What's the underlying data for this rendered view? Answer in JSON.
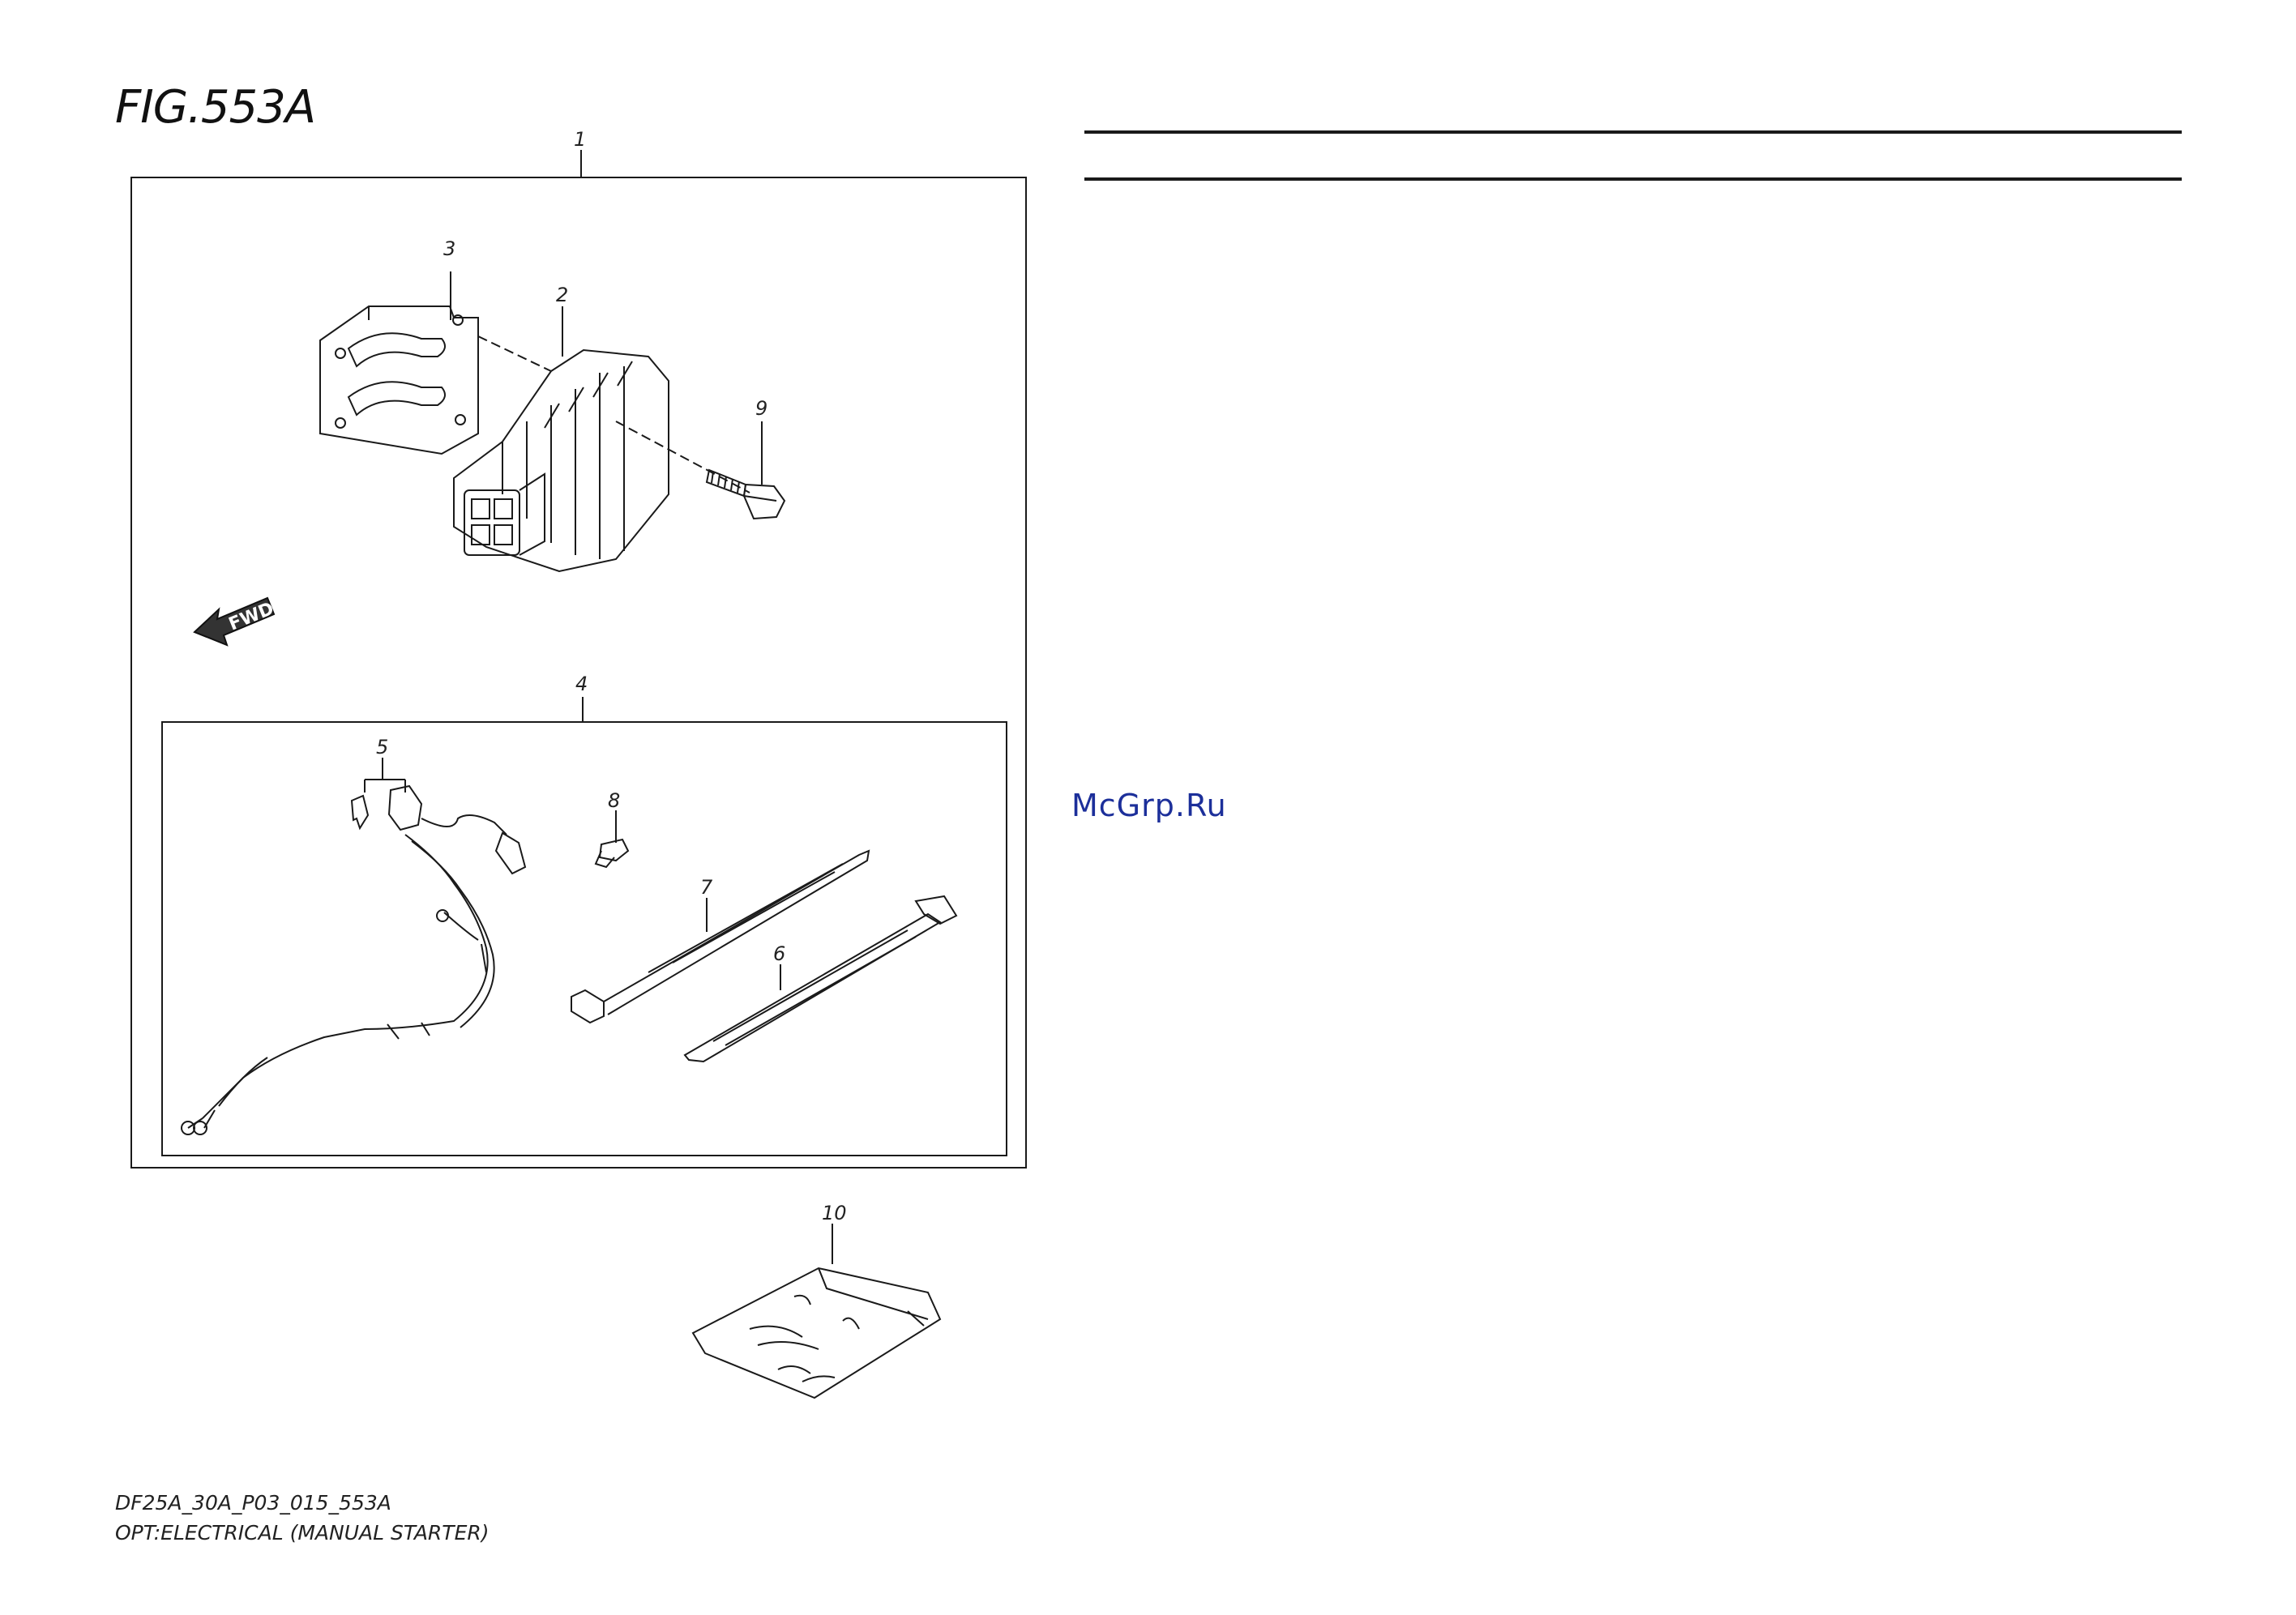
{
  "figure": {
    "title": "FIG.553A",
    "watermark": "McGrp.Ru",
    "footer_code": "DF25A_30A_P03_015_553A",
    "footer_description": "OPT:ELECTRICAL (MANUAL STARTER)"
  },
  "callouts": [
    "1",
    "2",
    "3",
    "4",
    "5",
    "6",
    "7",
    "8",
    "9",
    "10"
  ],
  "fwd_arrow_label": "FWD",
  "colors": {
    "line": "#1a1a1a",
    "watermark": "#1c2f9a",
    "background": "#ffffff"
  }
}
